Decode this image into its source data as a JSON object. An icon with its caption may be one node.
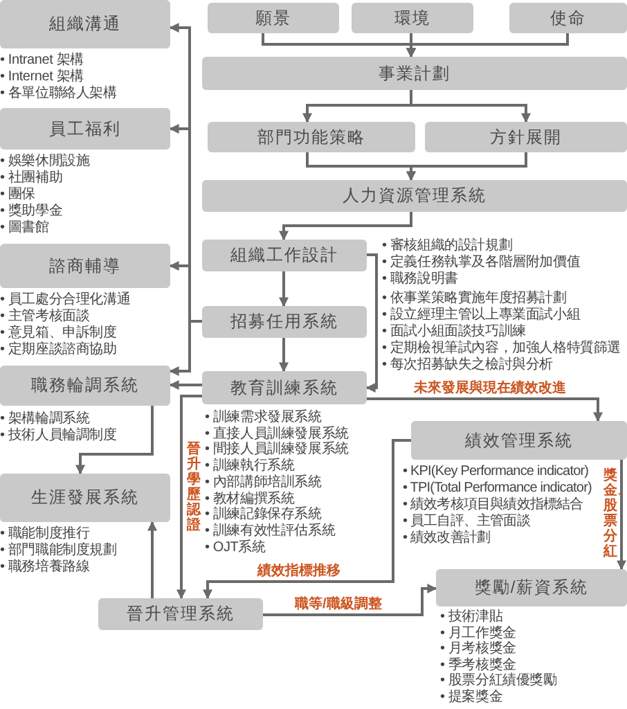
{
  "diagram": {
    "nodes": [
      {
        "text": [
          "願景"
        ]
      },
      {
        "text": [
          "環境"
        ]
      },
      {
        "text": [
          "使命"
        ]
      },
      {
        "text": [
          "事業計劃"
        ]
      },
      {
        "text": [
          "部門功能策略"
        ]
      },
      {
        "text": [
          "方針展開"
        ]
      },
      {
        "text": [
          "人力資源管理系統"
        ]
      },
      {
        "text": [
          "組織工作設計"
        ],
        "beside": [
          "• 審核組織的設計規劃",
          "• 定義任務執掌及各階層附加價值",
          "• 職務說明書"
        ]
      },
      {
        "text": [
          "招募任用系統"
        ],
        "beside": [
          "• 依事業策略實施年度招募計劃",
          "• 設立經理主管以上專業面試小組",
          "• 面試小組面談技巧訓練",
          "• 定期檢視筆試內容，加強人格特質篩選",
          "• 每次招募缺失之檢討與分析"
        ]
      },
      {
        "text": [
          "教育訓練系統"
        ],
        "beside": [
          "• 訓練需求發展系統",
          "• 直接人員訓練發展系統",
          "• 間接人員訓練發展系統",
          "• 訓練執行系統",
          "• 內部講師培訓系統",
          "• 教材編撰系統",
          "• 訓練記錄保存系統",
          "• 訓練有效性評估系統",
          "• OJT系統"
        ]
      },
      {
        "text": [
          "績效管理系統"
        ],
        "beside": [
          "• KPI(Key Performance indicator)",
          "• TPI(Total Performance indicator)",
          "• 績效考核項目與績效指標結合",
          "• 員工自評、主管面談",
          "• 績效改善計劃"
        ]
      },
      {
        "text": [
          "晉升管理系統"
        ]
      },
      {
        "text": [
          "獎勵/薪資系統"
        ],
        "beside": [
          "• 技術津貼",
          "• 月工作獎金",
          "• 月考核獎金",
          "• 季考核獎金",
          "• 股票分紅績優獎勵",
          "• 提案獎金"
        ]
      },
      {
        "text": [
          "組織溝通"
        ],
        "beside": [
          "• Intranet 架構",
          "• Internet 架構",
          "• 各單位聯絡人架構"
        ]
      },
      {
        "text": [
          "員工福利"
        ],
        "beside": [
          "• 娛樂休閒設施",
          "• 社團補助",
          "• 團保",
          "• 獎助學金",
          "• 圖書館"
        ]
      },
      {
        "text": [
          "諮商輔導"
        ],
        "beside": [
          "• 員工處分合理化溝通",
          "• 主管考核面談",
          "• 意見箱、申訴制度",
          "• 定期座談諮商協助"
        ]
      },
      {
        "text": [
          "職務輪調系統"
        ],
        "beside": [
          "• 架構輪調系統",
          "• 技術人員輪調制度"
        ]
      },
      {
        "text": [
          "生涯發展系統"
        ],
        "beside": [
          "• 職能制度推行",
          "• 部門職能制度規劃",
          "• 職務培養路線"
        ]
      }
    ],
    "edges": [
      {
        "from": 0,
        "to": 3,
        "arrow": "to"
      },
      {
        "from": 1,
        "to": 3,
        "arrow": "to"
      },
      {
        "from": 2,
        "to": 3,
        "arrow": "to"
      },
      {
        "from": 3,
        "to": 4,
        "arrow": "to"
      },
      {
        "from": 3,
        "to": 5,
        "arrow": "to"
      },
      {
        "from": 4,
        "to": 6,
        "arrow": "to"
      },
      {
        "from": 5,
        "to": 6,
        "arrow": "to"
      },
      {
        "from": 6,
        "to": 7,
        "arrow": "to"
      },
      {
        "from": 7,
        "to": 8,
        "arrow": "to"
      },
      {
        "from": 8,
        "to": 9,
        "arrow": "to"
      },
      {
        "from": 7,
        "to": 9,
        "arrow": "to"
      },
      {
        "from": 8,
        "to": 13,
        "arrow": "to"
      },
      {
        "from": 8,
        "to": 14,
        "arrow": "to"
      },
      {
        "from": 8,
        "to": 15,
        "arrow": "to"
      },
      {
        "from": 8,
        "to": 16,
        "arrow": "to"
      },
      {
        "from": 9,
        "to": 16,
        "arrow": "to"
      },
      {
        "from": 16,
        "to": 17,
        "arrow": "to"
      },
      {
        "from": 11,
        "to": 17,
        "arrow": "to"
      },
      {
        "from": 9,
        "to": 11,
        "arrow": "to",
        "label": "晉升學歷認證"
      },
      {
        "from": 9,
        "to": 10,
        "arrow": "to",
        "label": "未來發展與現在績效改進"
      },
      {
        "from": 10,
        "to": 11,
        "arrow": "to",
        "label": "績效指標推移"
      },
      {
        "from": 11,
        "to": 12,
        "arrow": "to",
        "label": "職等/職級調整"
      },
      {
        "from": 10,
        "to": 12,
        "arrow": "to",
        "label": "獎金、股票分紅"
      }
    ]
  }
}
